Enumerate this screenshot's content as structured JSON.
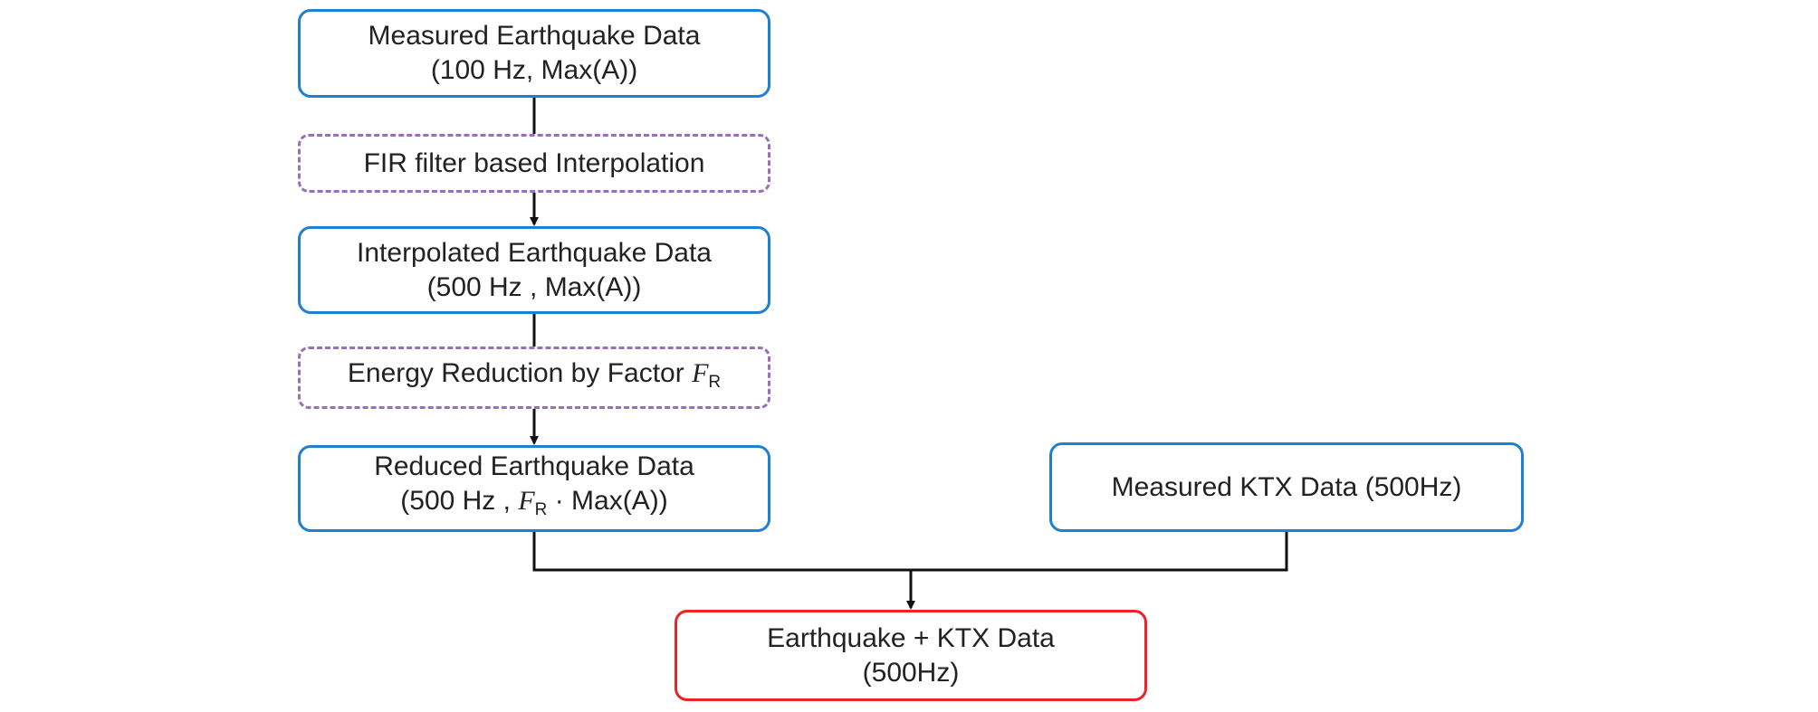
{
  "nodes": {
    "measured_eq": {
      "line1": "Measured Earthquake Data",
      "line2": "(100 Hz, Max(A))"
    },
    "fir": {
      "line1": "FIR filter based Interpolation"
    },
    "interpolated_eq": {
      "line1": "Interpolated Earthquake Data",
      "line2": "(500 Hz , Max(A))"
    },
    "energy_reduction": {
      "prefix": "Energy Reduction by Factor ",
      "factor_symbol": "F",
      "factor_sub": "R"
    },
    "reduced_eq": {
      "line1": "Reduced Earthquake Data",
      "line2_prefix": "(500 Hz , ",
      "factor_symbol": "F",
      "factor_sub": "R",
      "line2_suffix": " · Max(A))"
    },
    "ktx": {
      "line1": "Measured KTX Data (500Hz)"
    },
    "combined": {
      "line1": "Earthquake + KTX Data",
      "line2": "(500Hz)"
    }
  },
  "colors": {
    "data_border": "#1f7fd3",
    "process_border": "#9a6fb8",
    "output_border": "#ee2222",
    "connector": "#111111"
  }
}
